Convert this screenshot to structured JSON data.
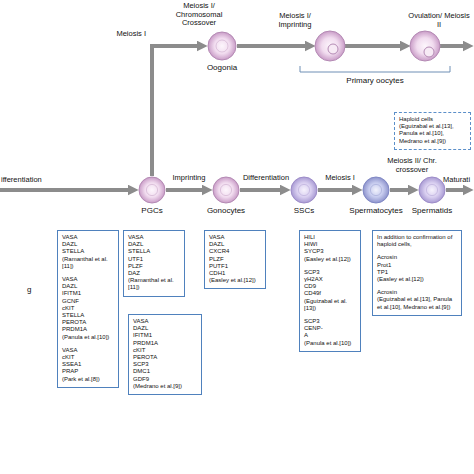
{
  "diagram": {
    "nodes": [
      {
        "text": [
          "Oogonia"
        ]
      },
      {
        "text": [
          "Haploid cells",
          "(Eguizabal et al.[13], Panula et al.[10], Medrano et al.[9])"
        ]
      },
      {
        "text": [
          "PGCs"
        ]
      },
      {
        "text": [
          "Gonocytes"
        ]
      },
      {
        "text": [
          "SSCs"
        ]
      },
      {
        "text": [
          "Spermatocytes"
        ]
      },
      {
        "text": [
          "Spermatids"
        ]
      },
      {
        "text": [
          "VASA DAZL STELLA",
          "(Ramanthal et al.[11])",
          "VASA DAZL IFITM1 GCNF cKIT STELLA PEROTA PRDM1A",
          "(Panula et al.[10])",
          "VASA cKIT SSEA1 PRAP",
          "(Park et al.[8])"
        ]
      },
      {
        "text": [
          "VASA DAZL STELLA UTF1 PLZF DAZ",
          "(Ramanthal et al.[11])"
        ]
      },
      {
        "text": [
          "VASA DAZL CXCR4 PLZF PUTF1 CDH1",
          "(Easley et al.[12])"
        ]
      },
      {
        "text": [
          "HILI HIWI SYCP3",
          "(Easley et al.[12])",
          "SCP3 γH2AX CD9 CD49f",
          "(Eguizabal et al.[13])",
          "SCP3 CENP-A",
          "(Panula et al.[10])"
        ]
      },
      {
        "text": [
          "In addition to confirmation of haploid cells,",
          "Acrosin Prot1 TP1",
          "(Easley et al.[12])",
          "Acrosin",
          "(Eguizabal et al.[13], Panula et al.[10], Medrano et al.[9])"
        ]
      },
      {
        "text": [
          "VASA DAZL IFITM1 PRDM1A cKIT PEROTA SCP3 DMC1 GDF9",
          "(Medrano et al.[9])"
        ]
      }
    ],
    "edges": [
      {
        "from": 2,
        "to": 0,
        "arrow": "to",
        "label": "Meiosis I"
      },
      {
        "from": 2,
        "to": 3,
        "arrow": "to",
        "label": "Imprinting"
      },
      {
        "from": 3,
        "to": 4,
        "arrow": "to",
        "label": "Differentiation"
      },
      {
        "from": 4,
        "to": 5,
        "arrow": "to",
        "label": "Meiosis I"
      },
      {
        "from": 5,
        "to": 6,
        "arrow": "to",
        "label": "Meiosis II/ Chr. crossover"
      }
    ],
    "labels": [
      "Meiosis I/ Chromosomal Crossover",
      "Meiosis I/ Imprinting",
      "Ovulation/ Meiosis II",
      "Primary oocytes",
      "ifferentiation",
      "Maturati",
      "g"
    ]
  }
}
